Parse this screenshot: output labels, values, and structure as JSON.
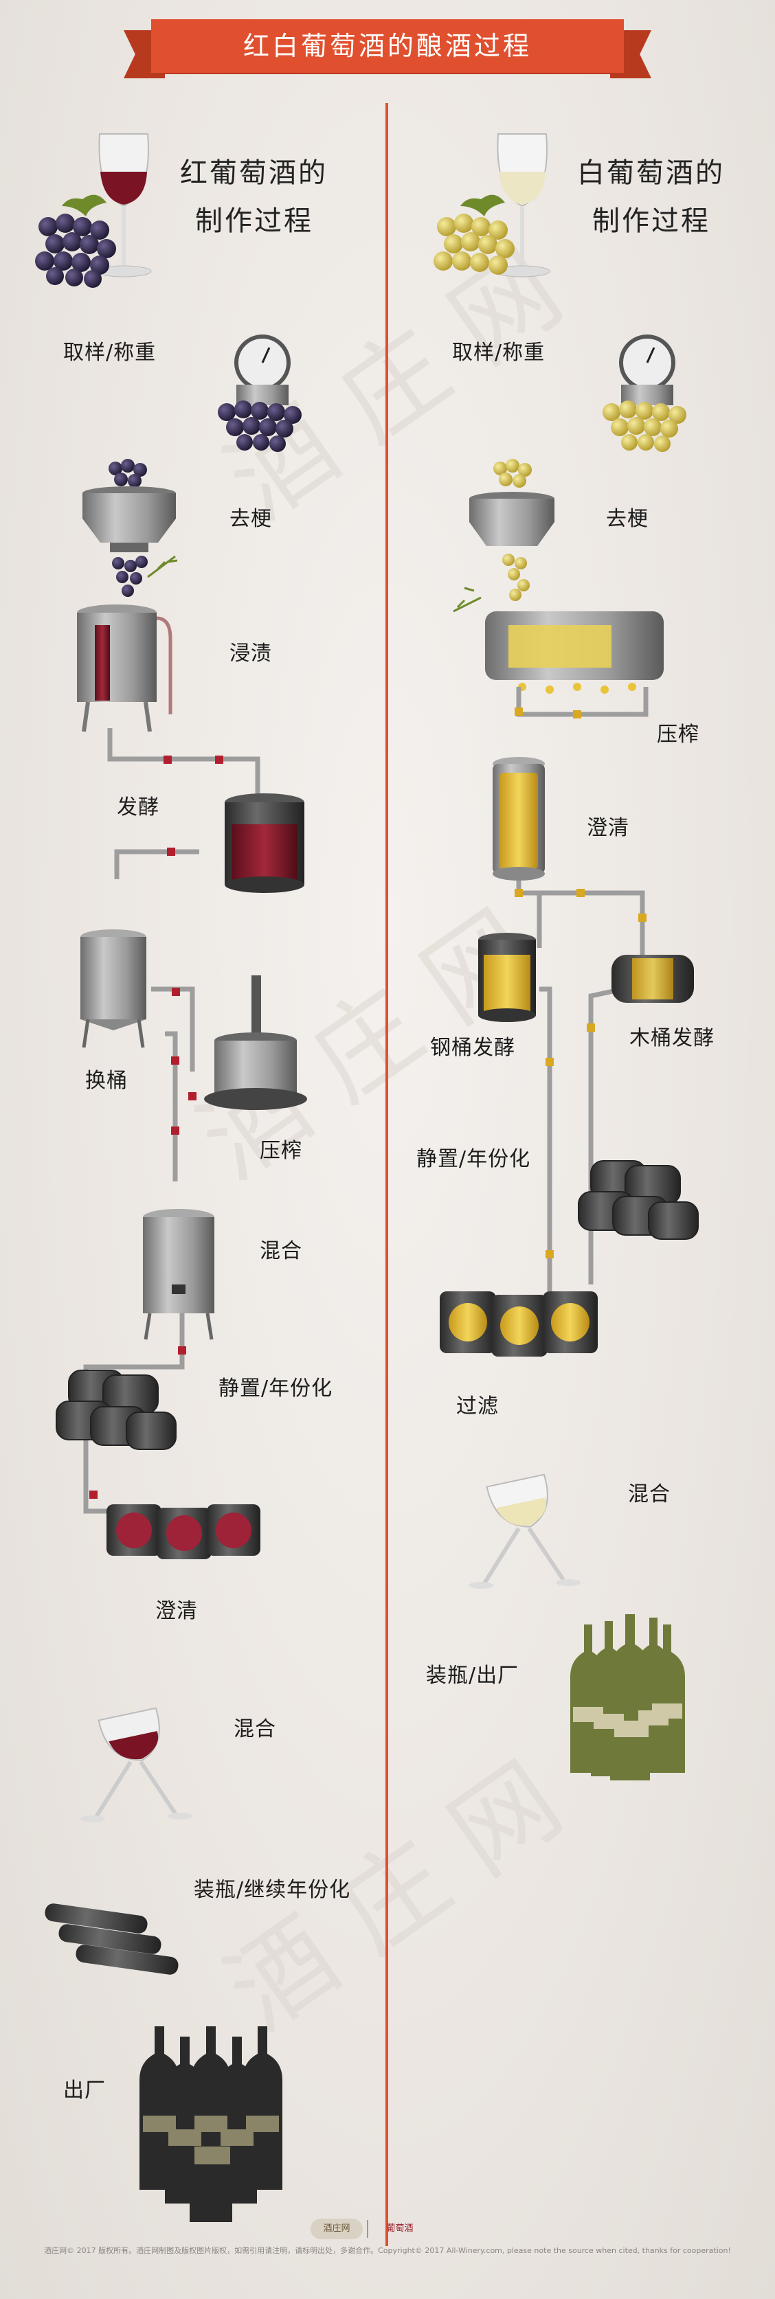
{
  "banner": {
    "title": "红白葡萄酒的酿酒过程"
  },
  "red": {
    "title_line1": "红葡萄酒的",
    "title_line2": "制作过程",
    "steps": {
      "weigh": "取样/称重",
      "destem": "去梗",
      "macerate": "浸渍",
      "ferment": "发酵",
      "rack": "换桶",
      "press": "压榨",
      "blend1": "混合",
      "age": "静置/年份化",
      "clarify": "澄清",
      "blend2": "混合",
      "bottle": "装瓶/继续年份化",
      "ship": "出厂"
    }
  },
  "white": {
    "title_line1": "白葡萄酒的",
    "title_line2": "制作过程",
    "steps": {
      "weigh": "取样/称重",
      "destem": "去梗",
      "press": "压榨",
      "clarify": "澄清",
      "steel": "钢桶发酵",
      "barrel": "木桶发酵",
      "age": "静置/年份化",
      "filter": "过滤",
      "blend": "混合",
      "bottle": "装瓶/出厂"
    }
  },
  "watermark": {
    "text": "酒 庄 网"
  },
  "footer": {
    "logo_left": "酒庄网",
    "logo_right": "葡萄酒",
    "note": "酒庄网© 2017 版权所有。酒庄网制图及版权图片版权，如需引用请注明，请标明出处，多谢合作。Copyright© 2017 All-Winery.com, please note the source when cited, thanks for cooperation!"
  },
  "colors": {
    "accent": "#e0502f",
    "red_wine": "#8a1c2c",
    "white_wine": "#e8c23a",
    "steel": "#8c8c8c",
    "pipe_red": "#b11f2e",
    "pipe_gold": "#d8a820",
    "background": "#ece8e3"
  },
  "icons": [
    "red-wine-glass-icon",
    "red-grapes-icon",
    "scale-icon",
    "hopper-icon",
    "fermentation-tank-icon",
    "vat-icon",
    "steel-tank-icon",
    "wine-press-icon",
    "barrel-stack-icon",
    "cask-row-icon",
    "tilted-glass-icon",
    "bottle-group-icon",
    "white-wine-glass-icon",
    "white-grapes-icon",
    "drum-press-icon",
    "white-bottles-icon"
  ]
}
